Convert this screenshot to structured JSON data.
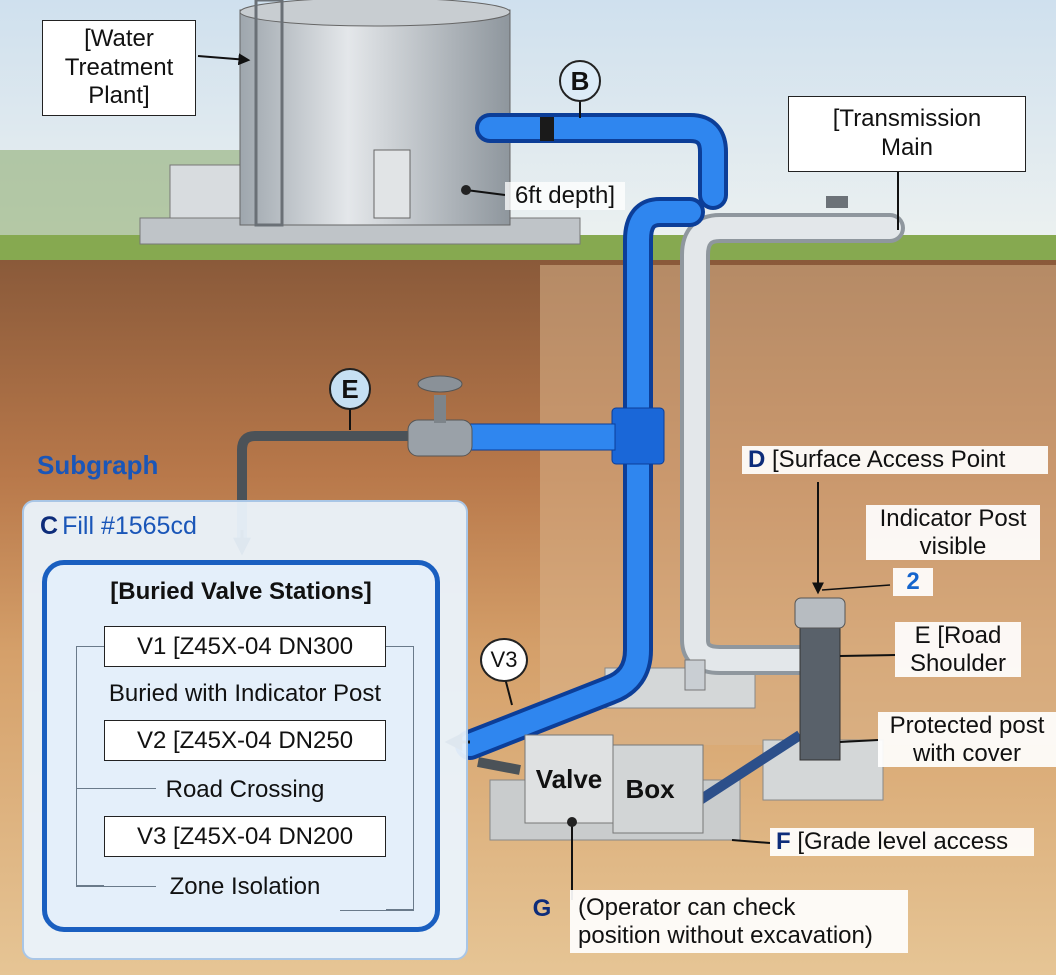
{
  "labels": {
    "plant": "[Water\nTreatment\nPlant]",
    "transmission": "[Transmission\nMain",
    "depth": "6ft depth]",
    "marker_b": "B",
    "marker_e": "E",
    "marker_v3": "V3",
    "subgraph": "Subgraph",
    "fill_letter": "C",
    "fill_value": "Fill #1565cd",
    "d_letter": "D",
    "d_text": "[Surface Access Point",
    "indicator": "Indicator Post\nvisible",
    "num_2": "2",
    "e_road": "E [Road\nShoulder",
    "protected": "Protected post\nwith cover",
    "f_letter": "F",
    "f_text": "[Grade level access",
    "g_letter": "G",
    "g_text": "(Operator can check\nposition without excavation)",
    "valve": "Valve",
    "box": "Box"
  },
  "stations": {
    "title": "[Buried Valve Stations]",
    "items": [
      {
        "id": "V1 [Z45X-04 DN300",
        "desc": "Buried with Indicator Post"
      },
      {
        "id": "V2 [Z45X-04 DN250",
        "desc": "Road Crossing"
      },
      {
        "id": "V3 [Z45X-04 DN200",
        "desc": "Zone Isolation"
      }
    ]
  },
  "colors": {
    "pipe_blue": "#1565cd",
    "pipe_gray": "#c9ced3",
    "soil": "#c98a55",
    "grass": "#7fa64a",
    "sky": "#dbe8f2",
    "panel_border": "#1a5fc0"
  }
}
